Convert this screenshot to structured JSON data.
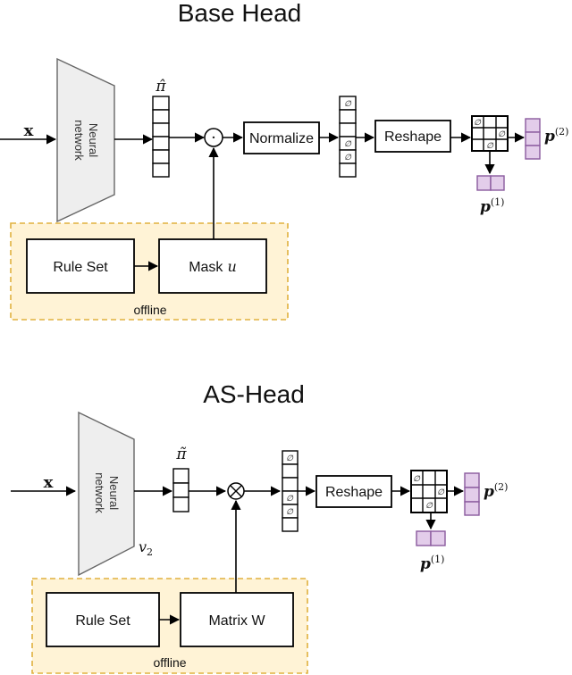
{
  "base_head": {
    "title": "Base Head",
    "input_label": "x",
    "network_line1": "Neural",
    "network_line2": "network",
    "pi_label": "π̂",
    "dot_op": "·",
    "normalize_label": "Normalize",
    "empty_symbol": "∅",
    "reshape_label": "Reshape",
    "p1_base": "p",
    "p1_sup": "(1)",
    "p2_base": "p",
    "p2_sup": "(2)",
    "rule_set_label": "Rule Set",
    "mask_label": "Mask",
    "mask_var": "u",
    "offline_label": "offline"
  },
  "as_head": {
    "title": "AS-Head",
    "input_label": "x",
    "network_line1": "Neural",
    "network_line2": "network",
    "v_base": "v",
    "v_sub": "2",
    "pi_label": "π̃",
    "times_op": "⊗",
    "empty_symbol": "∅",
    "reshape_label": "Reshape",
    "p1_base": "p",
    "p1_sup": "(1)",
    "p2_base": "p",
    "p2_sup": "(2)",
    "rule_set_label": "Rule Set",
    "matrix_label": "Matrix W",
    "offline_label": "offline"
  },
  "colors": {
    "offline_fill": "#fff3d6",
    "offline_border": "#e0b13e",
    "output_fill": "#e3cdea",
    "output_border": "#8a5a9e",
    "network_fill": "#eeeeee"
  }
}
